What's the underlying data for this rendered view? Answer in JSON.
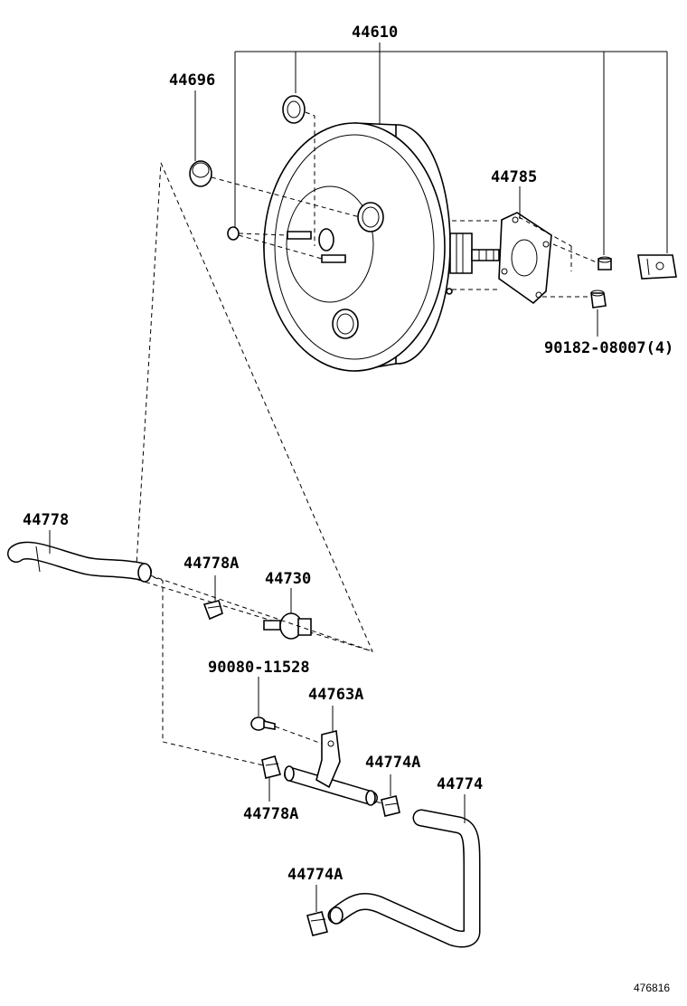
{
  "callouts": {
    "booster_assembly": "44610",
    "grommet": "44696",
    "gasket": "44785",
    "nut": "90182-08007(4)",
    "hose_upper": "44778",
    "clip_upper": "44778A",
    "check_valve": "44730",
    "bolt": "90080-11528",
    "bracket": "44763A",
    "clip_right": "44774A",
    "hose_lower": "44774",
    "clip_lower": "44774A",
    "clip_mid": "44778A"
  },
  "footer": {
    "illustration_id": "476816"
  }
}
